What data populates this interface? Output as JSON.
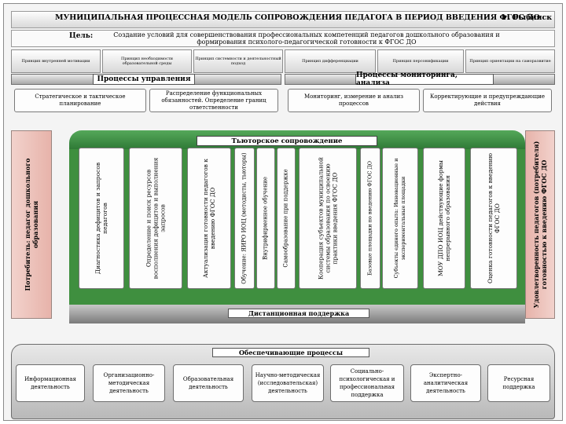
{
  "header": {
    "title": "МУНИЦИПАЛЬНАЯ ПРОЦЕССНАЯ МОДЕЛЬ СОПРОВОЖДЕНИЯ ПЕДАГОГА В ПЕРИОД ВВЕДЕНИЯ ФГОС ДО",
    "city": "г. Рыбинск"
  },
  "goal": {
    "label": "Цель:",
    "text": "Создание условий для совершенствования профессиональных компетенций педагогов дошкольного образования и формирования психолого-педагогической готовности к ФГОС ДО"
  },
  "principles": [
    "Принцип внутренней мотивации",
    "Принцип необходимости образовательной среды",
    "Принцип системности и деятельностный подход",
    "Принцип дифференциации",
    "Принцип персонификации",
    "Принцип ориентации на саморазвитие"
  ],
  "processes": {
    "management_label": "Процессы управления",
    "monitoring_label": "Процессы мониторинга, анализа",
    "management_items": [
      "Стратегическое и тактическое планирование",
      "Распределение функциональных обязанностей. Определение границ ответственности"
    ],
    "monitoring_items": [
      "Мониторинг, измерение и анализ процессов",
      "Корректирующие и предупреждающие действия"
    ]
  },
  "tutor": {
    "label": "Тьюторское сопровождение",
    "cards": [
      "Диагностика дефицитов и запросов педагогов",
      "Определение и поиск ресурсов восполнения дефицитов и выполнения запросов",
      "Актуализация готовности педагогов к введению ФГОС ДО",
      "Обучение: ЯИРО ИОЦ (методисты, тьюторы)",
      "Внутрифирменное обучение",
      "Самообразование при поддержке",
      "Кооперация субъектов муниципальной системы образования по освоению практики введения ФГОС ДО",
      "Базовые площадки по введению ФГОС ДО",
      "Субъекты единого опыта: Инновационные и экспериментальные площадки",
      "МОУ ДПО ИОЦ действующие формы непрерывного образования",
      "Оценка готовности педагогов к введению ФГОС ДО"
    ]
  },
  "distance": {
    "label": "Дистанционная поддержка"
  },
  "support": {
    "label": "Обеспечивающие процессы",
    "items": [
      "Информационная деятельность",
      "Организационно-методическая деятельность",
      "Образовательная деятельность",
      "Научно-методическая (исследовательская) деятельность",
      "Социально-психологическая и профессиональная поддержка",
      "Экспертно-аналитическая деятельность",
      "Ресурсная поддержка"
    ]
  },
  "sides": {
    "left": "Потребитель: педагог дошкольного образования",
    "right": "Удовлетворенность педагогов (потребителя) готовностью к введению ФГОС ДО"
  }
}
